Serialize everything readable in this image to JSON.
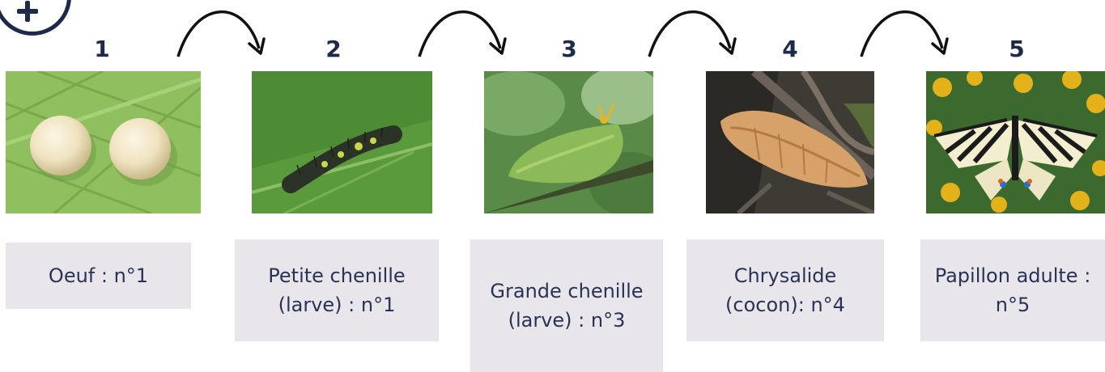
{
  "stages": [
    {
      "number": "1",
      "label": "Oeuf : n°1",
      "image": "eggs-on-leaf"
    },
    {
      "number": "2",
      "label": "Petite chenille (larve) : n°1",
      "image": "small-caterpillar"
    },
    {
      "number": "3",
      "label": "Grande chenille (larve) : n°3",
      "image": "large-caterpillar"
    },
    {
      "number": "4",
      "label": "Chrysalide (cocon): n°4",
      "image": "chrysalis"
    },
    {
      "number": "5",
      "label": "Papillon adulte : n°5",
      "image": "adult-butterfly"
    }
  ],
  "colors": {
    "text": "#1e2a4a",
    "label_bg": "#e8e6ea"
  }
}
